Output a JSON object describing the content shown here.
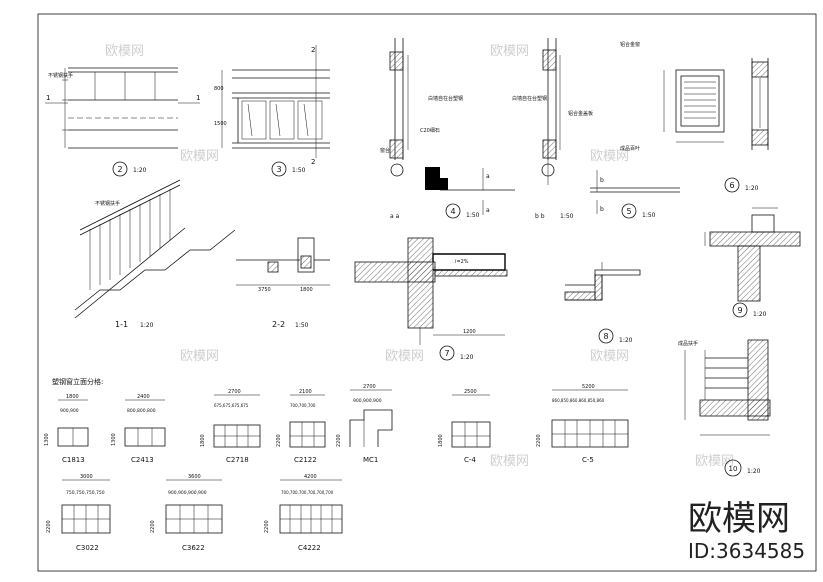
{
  "details": {
    "d2": {
      "num": "2",
      "scale": "1:20",
      "rail_note": "不锈钢扶手"
    },
    "d3": {
      "num": "3",
      "scale": "1:50"
    },
    "d4": {
      "num": "4",
      "scale": "1:50",
      "section": "a a",
      "note1": "白墙自在台塑钢",
      "note2": "C20细石",
      "note3": "窗台"
    },
    "d5": {
      "num": "5",
      "scale": "1:50"
    },
    "d5b": {
      "section": "b b",
      "scale": "1:50",
      "note1": "白墙自在台塑钢",
      "note2": "铝合金盖板"
    },
    "d6": {
      "num": "6",
      "scale": "1:20",
      "note1": "铝合金窗",
      "note2": "成品百叶"
    },
    "d7": {
      "num": "7",
      "scale": "1:20",
      "dim": "1200",
      "slope": "i=2%"
    },
    "d8": {
      "num": "8",
      "scale": "1:20"
    },
    "d9": {
      "num": "9",
      "scale": "1:20"
    },
    "d10": {
      "num": "10",
      "scale": "1:20",
      "note": "成品扶手"
    },
    "s11": {
      "label": "1-1",
      "scale": "1:20",
      "note": "不锈钢扶手"
    },
    "s22": {
      "label": "2-2",
      "scale": "1:50",
      "dims": [
        "3750",
        "1800"
      ]
    }
  },
  "schedule": {
    "title": "塑钢窗立面分格:",
    "windows": [
      {
        "name": "C1813",
        "width": "1800",
        "sub": "900,900",
        "height": "1300"
      },
      {
        "name": "C2413",
        "width": "2400",
        "sub": "800,800,800",
        "height": "1300"
      },
      {
        "name": "C2718",
        "width": "2700",
        "sub": "675,675,675,675",
        "height": "1800"
      },
      {
        "name": "C2122",
        "width": "2100",
        "sub": "700,700,700",
        "height": "2200"
      },
      {
        "name": "MC1",
        "width": "2700",
        "sub": "900,900,900",
        "height": "2200"
      },
      {
        "name": "C-4",
        "width": "2500",
        "sub": "",
        "height": "1800"
      },
      {
        "name": "C-5",
        "width": "5200",
        "sub": "860,850,860,860,850,860",
        "height": "2200"
      },
      {
        "name": "C3022",
        "width": "3000",
        "sub": "750,750,750,750",
        "height": "2200"
      },
      {
        "name": "C3622",
        "width": "3600",
        "sub": "900,900,900,900",
        "height": "2200"
      },
      {
        "name": "C4222",
        "width": "4200",
        "sub": "700,700,700,700,700,700",
        "height": "2200"
      }
    ]
  },
  "brand": {
    "name": "欧模网",
    "id": "ID:3634585"
  },
  "watermark": "欧模网"
}
